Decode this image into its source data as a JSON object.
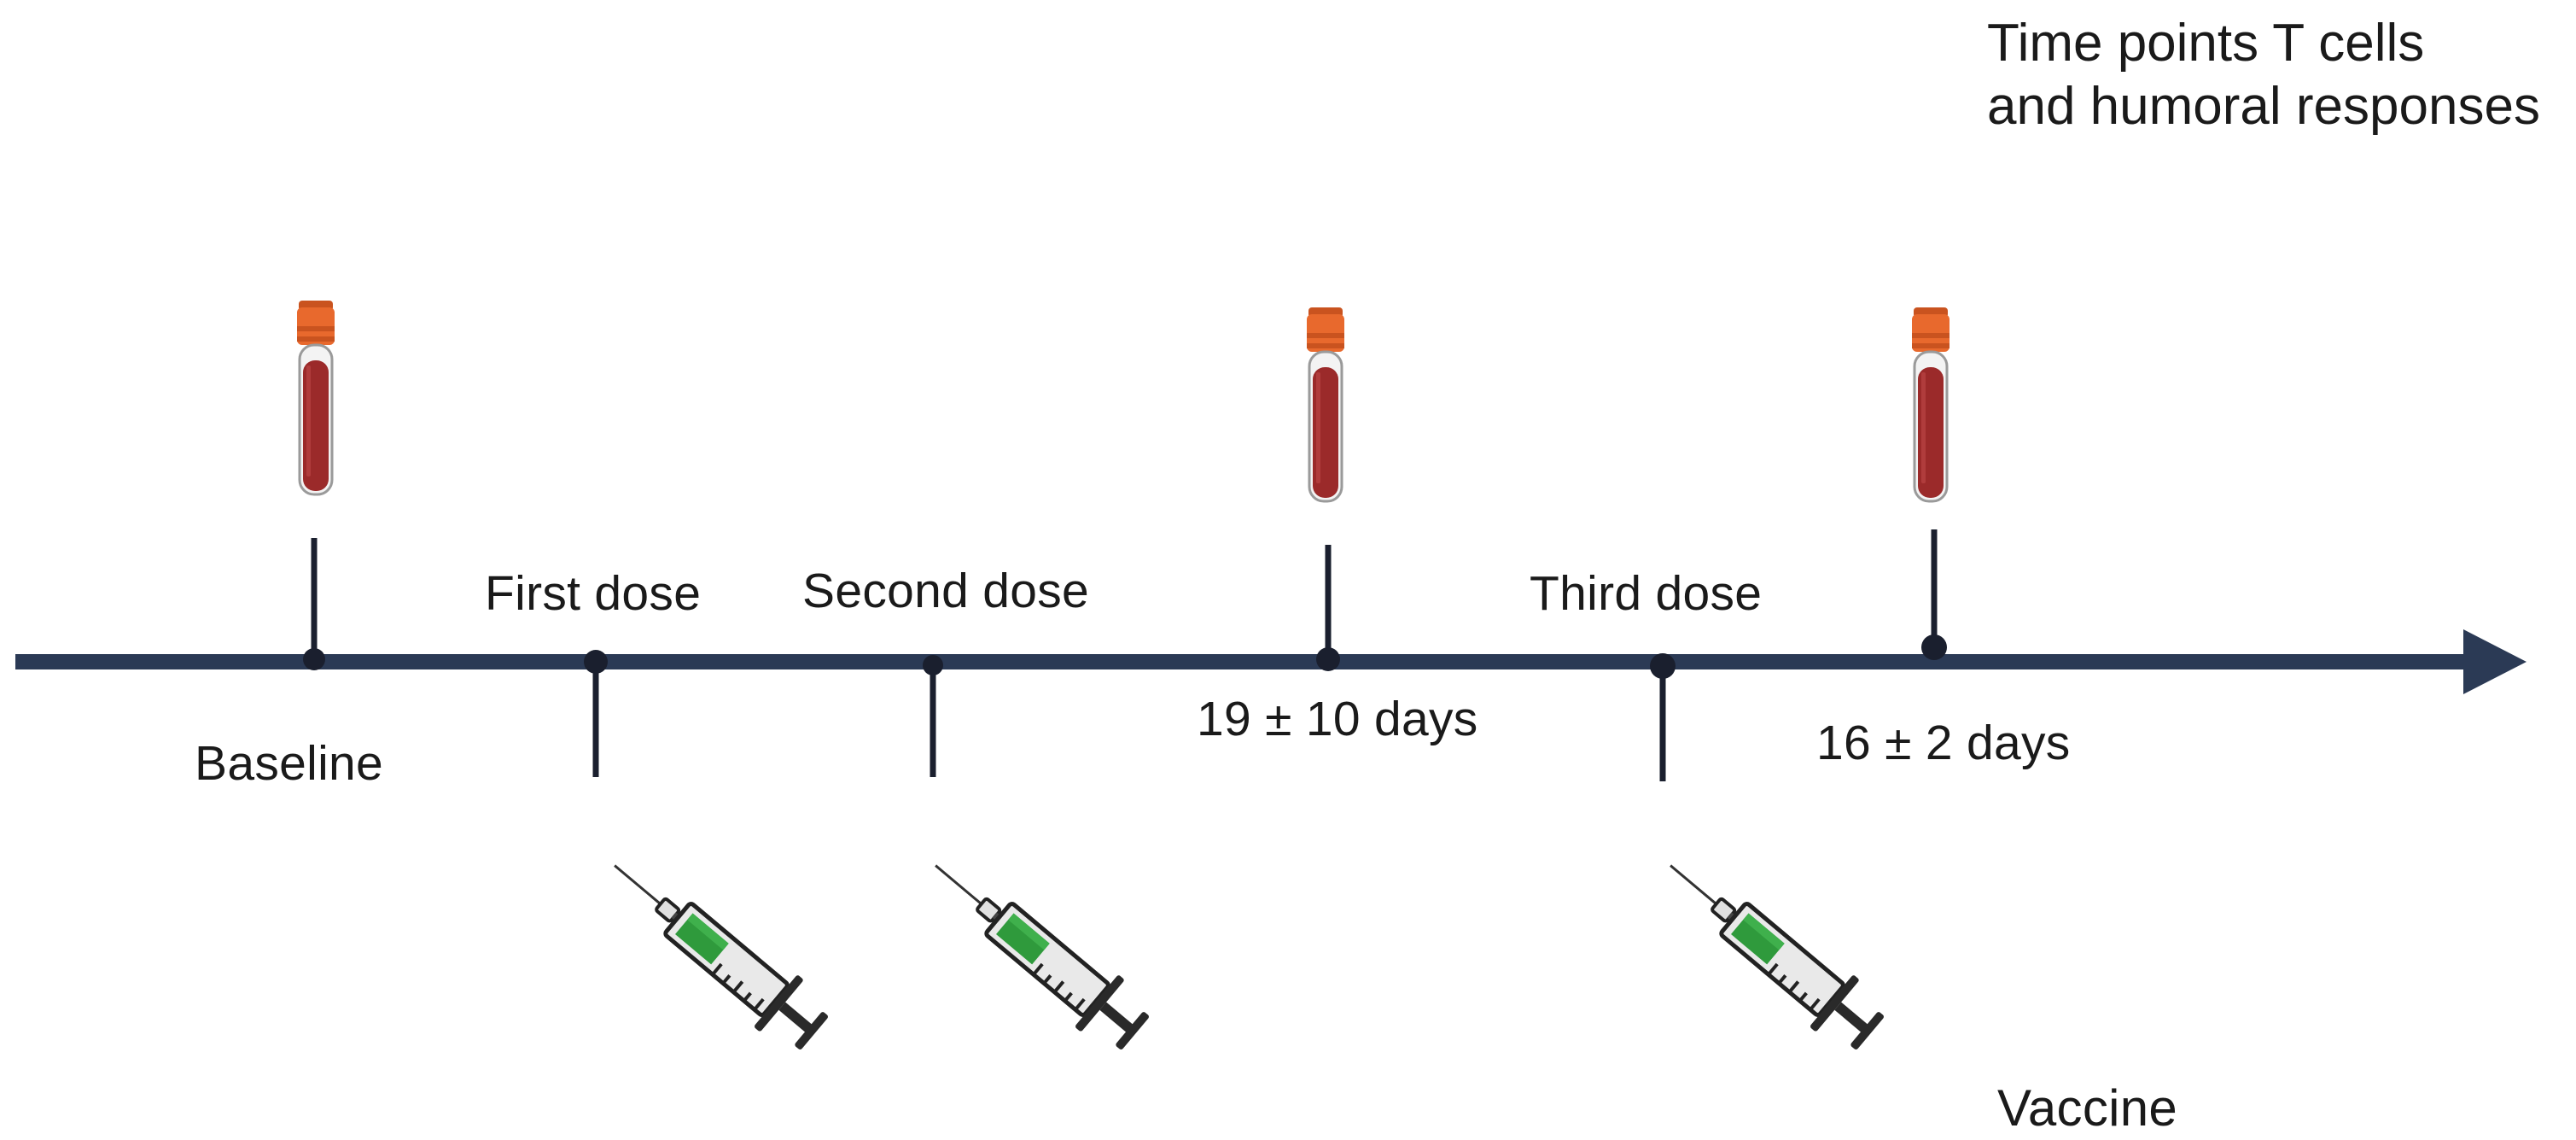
{
  "legend": {
    "line1": "Time points T cells",
    "line2": "and humoral responses",
    "icon": "blood-tube-icon"
  },
  "vaccine": {
    "label": "Vaccine",
    "icon": "syringe-icon"
  },
  "timeline": {
    "events": [
      {
        "label": "Baseline",
        "kind": "blood-sample"
      },
      {
        "label": "First dose",
        "kind": "vaccine-dose"
      },
      {
        "label": "Second dose",
        "kind": "vaccine-dose"
      },
      {
        "label": "19 ± 10 days",
        "kind": "blood-sample"
      },
      {
        "label": "Third dose",
        "kind": "vaccine-dose"
      },
      {
        "label": "16 ± 2 days",
        "kind": "blood-sample"
      }
    ]
  },
  "colors": {
    "axis": "#2b3a55",
    "tick": "#1a1f2e",
    "tube_cap": "#e8692d",
    "tube_blood": "#9b2a2a",
    "syringe_liquid": "#2f9a3c",
    "syringe_body": "#e9e9e9",
    "text": "#1a1a1a"
  }
}
